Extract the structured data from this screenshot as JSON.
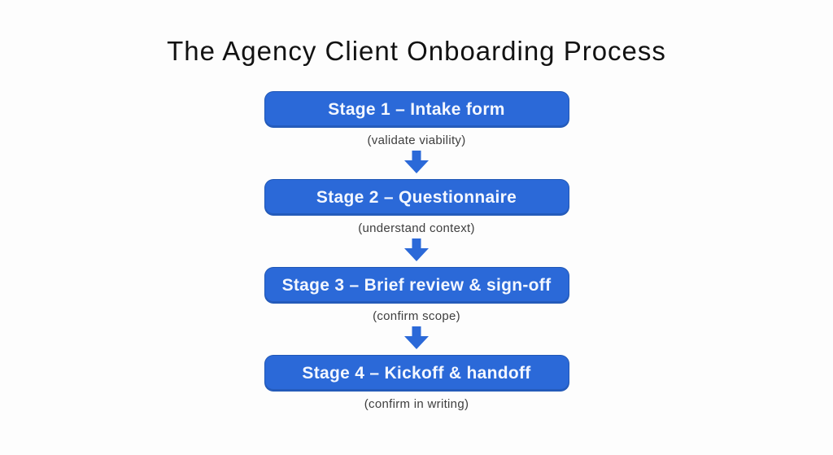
{
  "title": "The Agency Client Onboarding Process",
  "colors": {
    "box_blue": "#2b69d8",
    "arrow_blue": "#2b69d8",
    "box_text": "#f3f7ff",
    "caption_gray": "#3e3e3e",
    "title_color": "#121212",
    "background": "#fdfdfd"
  },
  "stages": [
    {
      "label": "Stage 1 – Intake form",
      "caption": "(validate viability)"
    },
    {
      "label": "Stage 2 – Questionnaire",
      "caption": "(understand context)"
    },
    {
      "label": "Stage 3 – Brief review & sign-off",
      "caption": "(confirm scope)"
    },
    {
      "label": "Stage 4 – Kickoff & handoff",
      "caption": "(confirm in writing)"
    }
  ]
}
